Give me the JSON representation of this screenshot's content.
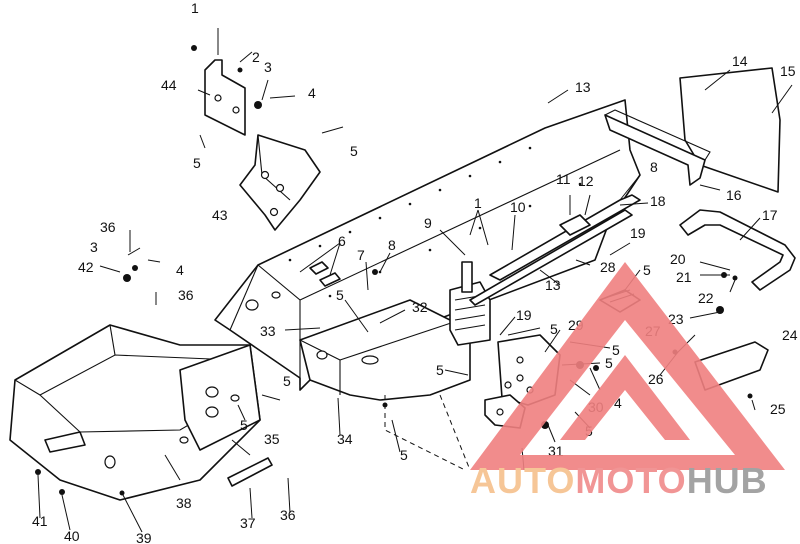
{
  "callouts": [
    {
      "id": "c1a",
      "label": "1"
    },
    {
      "id": "c2",
      "label": "2"
    },
    {
      "id": "c3a",
      "label": "3"
    },
    {
      "id": "c4a",
      "label": "4"
    },
    {
      "id": "c44",
      "label": "44"
    },
    {
      "id": "c5a",
      "label": "5"
    },
    {
      "id": "c5b",
      "label": "5"
    },
    {
      "id": "c43",
      "label": "43"
    },
    {
      "id": "c13a",
      "label": "13"
    },
    {
      "id": "c14",
      "label": "14"
    },
    {
      "id": "c15",
      "label": "15"
    },
    {
      "id": "c16",
      "label": "16"
    },
    {
      "id": "c8a",
      "label": "8"
    },
    {
      "id": "c11",
      "label": "11"
    },
    {
      "id": "c12",
      "label": "12"
    },
    {
      "id": "c18",
      "label": "18"
    },
    {
      "id": "c17",
      "label": "17"
    },
    {
      "id": "c9",
      "label": "9"
    },
    {
      "id": "c1b",
      "label": "1"
    },
    {
      "id": "c10",
      "label": "10"
    },
    {
      "id": "c19a",
      "label": "19"
    },
    {
      "id": "c36a",
      "label": "36"
    },
    {
      "id": "c3b",
      "label": "3"
    },
    {
      "id": "c42",
      "label": "42"
    },
    {
      "id": "c4b",
      "label": "4"
    },
    {
      "id": "c6",
      "label": "6"
    },
    {
      "id": "c7",
      "label": "7"
    },
    {
      "id": "c8b",
      "label": "8"
    },
    {
      "id": "c28",
      "label": "28"
    },
    {
      "id": "c5c",
      "label": "5"
    },
    {
      "id": "c20",
      "label": "20"
    },
    {
      "id": "c21",
      "label": "21"
    },
    {
      "id": "c36b",
      "label": "36"
    },
    {
      "id": "c13b",
      "label": "13"
    },
    {
      "id": "c22",
      "label": "22"
    },
    {
      "id": "c5d",
      "label": "5"
    },
    {
      "id": "c32",
      "label": "32"
    },
    {
      "id": "c19b",
      "label": "19"
    },
    {
      "id": "c27",
      "label": "27"
    },
    {
      "id": "c23",
      "label": "23"
    },
    {
      "id": "c33",
      "label": "33"
    },
    {
      "id": "c5e",
      "label": "5"
    },
    {
      "id": "c29",
      "label": "29"
    },
    {
      "id": "c24",
      "label": "24"
    },
    {
      "id": "c5f",
      "label": "5"
    },
    {
      "id": "c5g",
      "label": "5"
    },
    {
      "id": "c26",
      "label": "26"
    },
    {
      "id": "c5h",
      "label": "5"
    },
    {
      "id": "c30",
      "label": "30"
    },
    {
      "id": "c4c",
      "label": "4"
    },
    {
      "id": "c25",
      "label": "25"
    },
    {
      "id": "c5i",
      "label": "5"
    },
    {
      "id": "c35",
      "label": "35"
    },
    {
      "id": "c34",
      "label": "34"
    },
    {
      "id": "c5j",
      "label": "5"
    },
    {
      "id": "c31",
      "label": "31"
    },
    {
      "id": "c5k",
      "label": "5"
    },
    {
      "id": "c5l",
      "label": "5"
    },
    {
      "id": "c38",
      "label": "38"
    },
    {
      "id": "c41",
      "label": "41"
    },
    {
      "id": "c40",
      "label": "40"
    },
    {
      "id": "c39",
      "label": "39"
    },
    {
      "id": "c37",
      "label": "37"
    },
    {
      "id": "c36c",
      "label": "36"
    }
  ],
  "watermark": {
    "part1": "AUTO",
    "part2": "MOTO",
    "part3": "HUB",
    "color_auto": "#f6c08c",
    "color_moto": "#f08a8a",
    "color_hub": "#9a9a9a",
    "logo_color": "#f08080"
  }
}
